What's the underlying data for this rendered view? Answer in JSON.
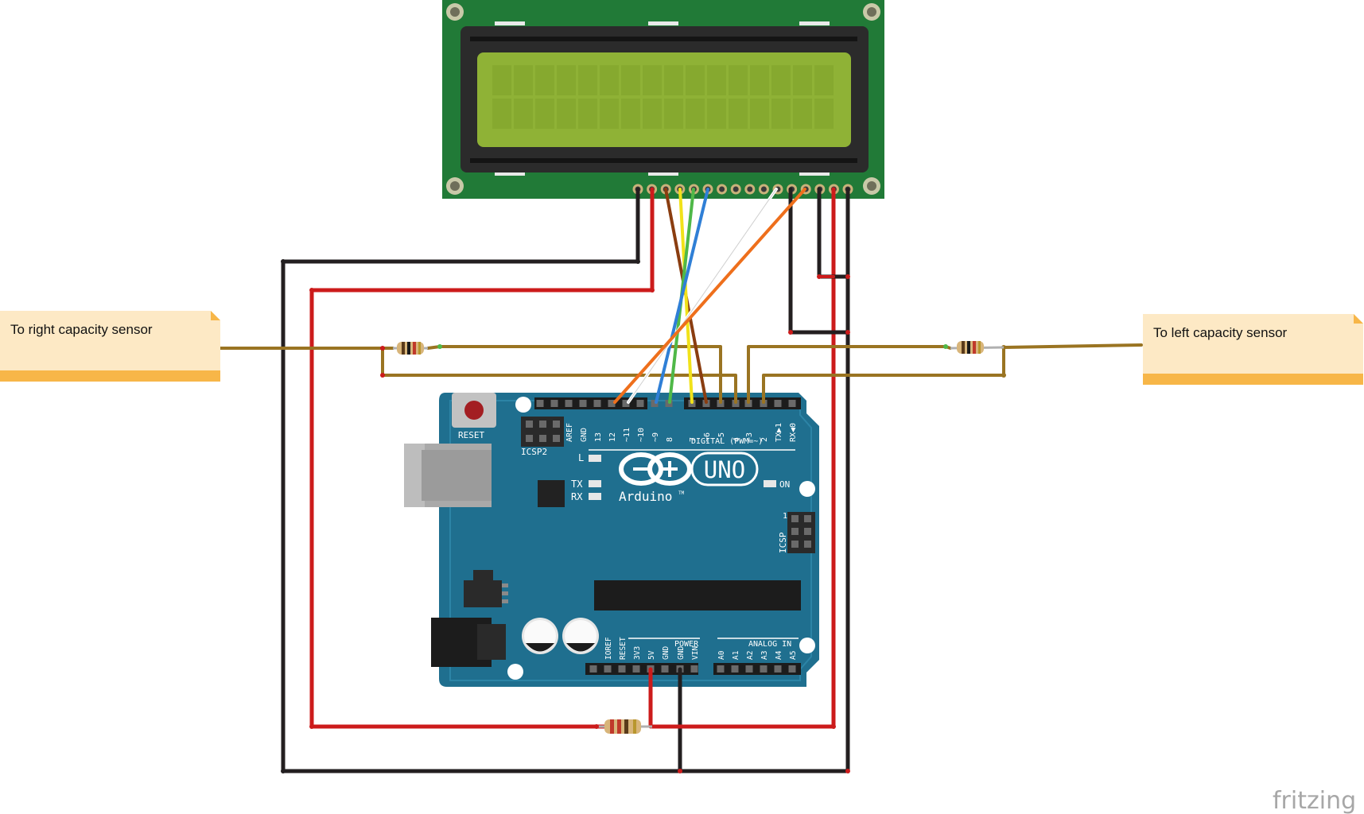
{
  "notes": {
    "right_sensor": "To right capacity sensor",
    "left_sensor": "To left capacity sensor"
  },
  "board": {
    "reset": "RESET",
    "icsp2": "ICSP2",
    "icsp": "ICSP",
    "icsp_pin1": "1",
    "led_l": "L",
    "led_tx": "TX",
    "led_rx": "RX",
    "led_on": "ON",
    "uno": "UNO",
    "brand": "Arduino",
    "tm": "TM",
    "digital_label": "DIGITAL (PWM=~)",
    "power_label": "POWER",
    "analog_label": "ANALOG IN",
    "top_pins": [
      "AREF",
      "GND",
      "13",
      "12",
      "~11",
      "~10",
      "~9",
      "8",
      "7",
      "~6",
      "~5",
      "4",
      "~3",
      "2",
      "TX▶1",
      "RX◀0"
    ],
    "power_pins": [
      "IOREF",
      "RESET",
      "3V3",
      "5V",
      "GND",
      "GND",
      "VIN"
    ],
    "analog_pins": [
      "A0",
      "A1",
      "A2",
      "A3",
      "A4",
      "A5"
    ]
  },
  "watermark": "fritzing",
  "colors": {
    "wire_black": "#231f20",
    "wire_red": "#cc1b1b",
    "wire_sensor": "#9a7422",
    "wire_brown": "#8a3d10",
    "wire_yellow": "#f1e21a",
    "wire_green": "#4fb848",
    "wire_blue": "#2f7fd6",
    "wire_white": "#ffffff",
    "wire_orange": "#ee6f1c",
    "board_teal": "#1f6f8f",
    "lcd_pcb": "#217a37",
    "lcd_screen": "#8fb236",
    "note_fill": "#fde9c5",
    "note_band": "#f7b648"
  }
}
